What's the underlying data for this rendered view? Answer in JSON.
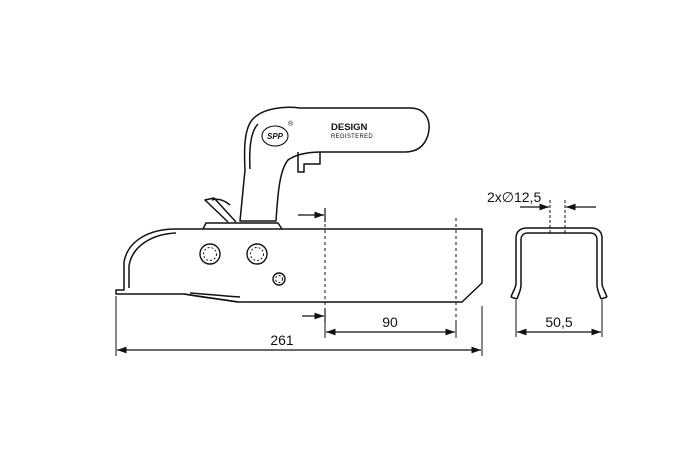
{
  "labels": {
    "brand": "DESIGN",
    "brand_sub": "REGISTERED",
    "logo": "SPP",
    "registered_mark": "®"
  },
  "dimensions": {
    "overall_length": "261",
    "hole_spacing": "90",
    "channel_width": "50,5",
    "hole_spec": "2x∅12,5"
  }
}
